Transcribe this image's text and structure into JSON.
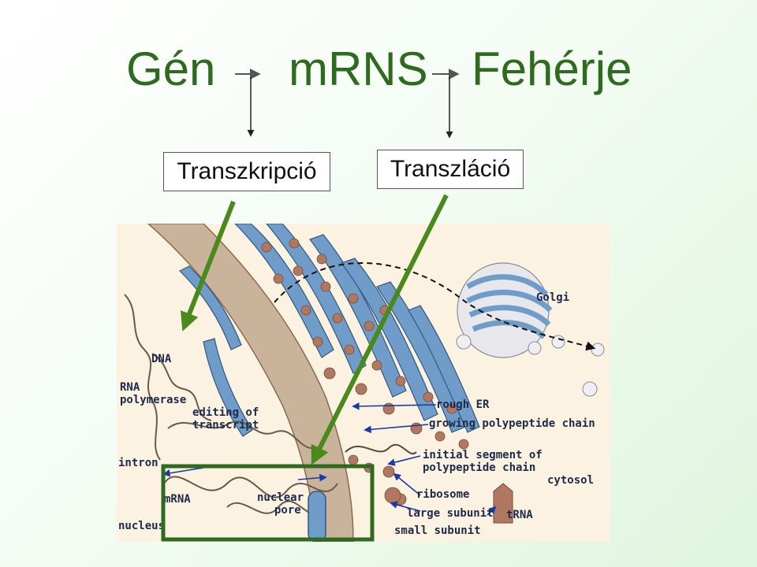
{
  "title": {
    "gene": "Gén",
    "mrna": "mRNS",
    "protein": "Fehérje"
  },
  "boxes": {
    "transcription": "Transzkripció",
    "translation": "Transzláció"
  },
  "labels": {
    "golgi": "Golgi",
    "dna": "DNA",
    "rna_polymerase": [
      "RNA",
      "polymerase"
    ],
    "editing_of_transcript": [
      "editing of",
      "transcript"
    ],
    "rough_er": "rough ER",
    "growing_chain": "growing polypeptide chain",
    "intron": "intron",
    "initial_segment": [
      "initial segment of",
      "polypeptide chain"
    ],
    "cytosol": "cytosol",
    "mrna": "mRNA",
    "nuclear_pore": [
      "nuclear",
      "pore"
    ],
    "ribosome": "ribosome",
    "large_subunit": "large subunit",
    "trna": "tRNA",
    "small_subunit": "small subunit",
    "nucleus": "nucleus"
  },
  "colors": {
    "title_green": "#2f6b1f",
    "arrow_green": "#4a8a1c",
    "highlight_green": "#2f6b1f",
    "er_blue": "#6f9cc9",
    "ribosome_brown": "#b07860",
    "label_blue": "#1a3aa8"
  }
}
